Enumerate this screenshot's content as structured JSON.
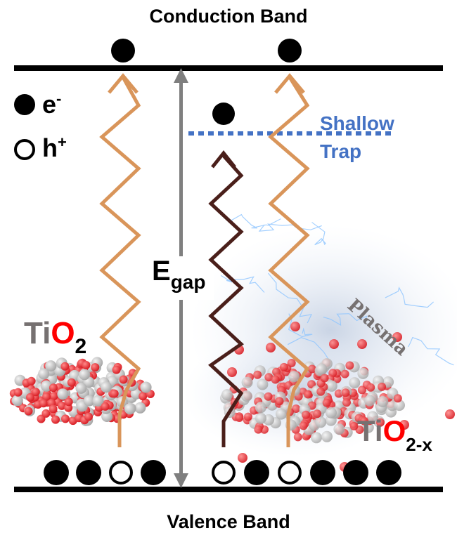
{
  "title_top": "Conduction Band",
  "title_bottom": "Valence Band",
  "legend": {
    "electron_label": "e",
    "electron_sup": "-",
    "hole_label": "h",
    "hole_sup": "+"
  },
  "gap_label": {
    "main": "E",
    "sub": "gap"
  },
  "trap_label": {
    "line1": "Shallow",
    "line2": "Trap"
  },
  "material_left": {
    "ti": "Ti",
    "o": "O",
    "sub": "2"
  },
  "material_right": {
    "ti": "Ti",
    "o": "O",
    "sub": "2-x"
  },
  "plasma_label": "Plasma",
  "colors": {
    "band": "#000000",
    "excitation": "#d9955a",
    "trap_excitation": "#4a1f1a",
    "gap_arrow": "#7f7f7f",
    "trap": "#4472c4",
    "oxygen": "#e8333a",
    "titanium": "#c8c8c8",
    "ti_text": "#767171",
    "o_text": "#ff0000"
  },
  "valence_left": [
    "e",
    "e",
    "h",
    "e"
  ],
  "valence_right": [
    "h",
    "e",
    "h",
    "e",
    "e",
    "e"
  ]
}
